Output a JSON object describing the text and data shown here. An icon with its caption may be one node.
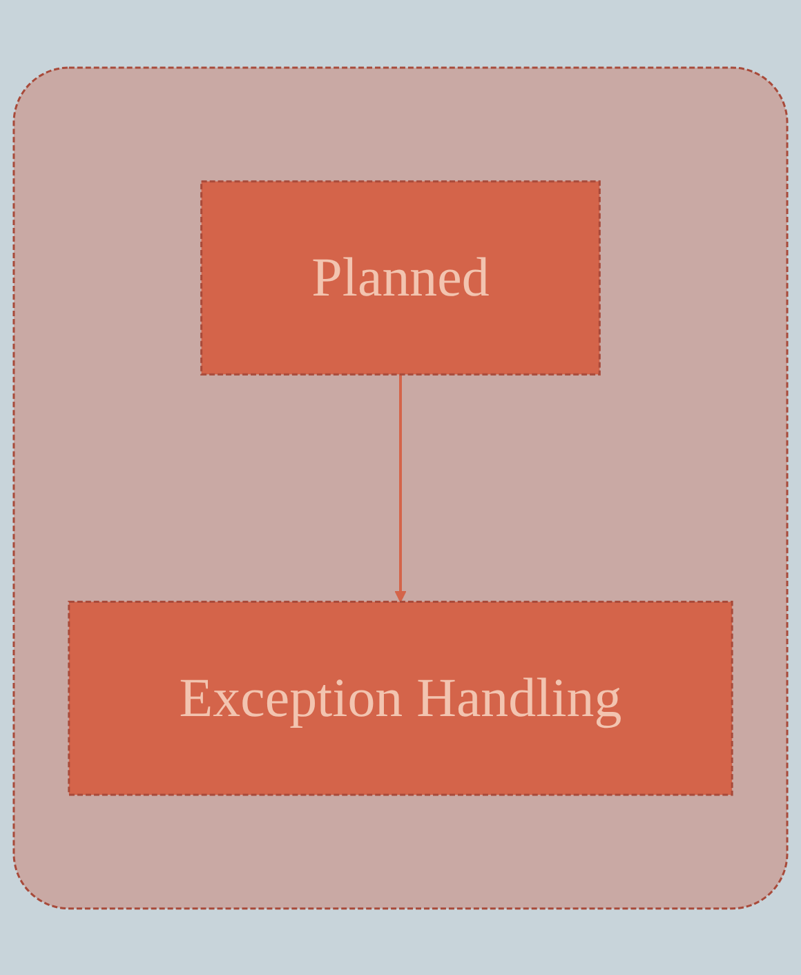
{
  "diagram": {
    "nodes": [
      {
        "text": [],
        "shape": "box"
      },
      {
        "text": [
          "Planned"
        ],
        "in": 0
      },
      {
        "text": [
          "Exception Handling"
        ],
        "in": 0
      }
    ],
    "edges": [
      {
        "from": 1,
        "to": 2,
        "arrow": "to"
      }
    ]
  }
}
